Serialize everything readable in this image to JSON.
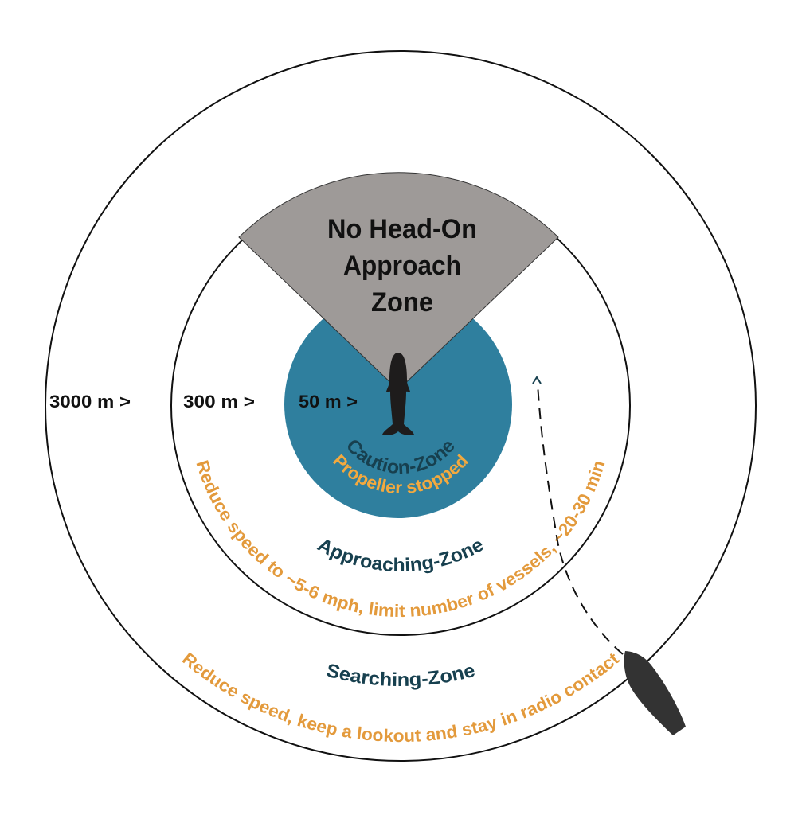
{
  "title_lines": [
    "No Head-On",
    "Approach",
    "Zone"
  ],
  "distances": {
    "outer": "3000 m >",
    "middle": "300 m >",
    "inner": "50 m >"
  },
  "zones": {
    "caution": {
      "name": "Caution-Zone",
      "rule": "Propeller stopped"
    },
    "approaching": {
      "name": "Approaching-Zone",
      "rule": "Reduce speed to ~5-6 mph, limit number of vessels, ~20-30 min"
    },
    "searching": {
      "name": "Searching-Zone",
      "rule": "Reduce speed, keep a lookout and stay in radio contact"
    }
  },
  "colors": {
    "teal": "#2f7f9e",
    "wedge": "#9e9a98",
    "zone_text": "#17404f",
    "rule_text": "#e39a3c",
    "rule_text_light": "#f3a93e",
    "ink": "#1e1c1c"
  }
}
